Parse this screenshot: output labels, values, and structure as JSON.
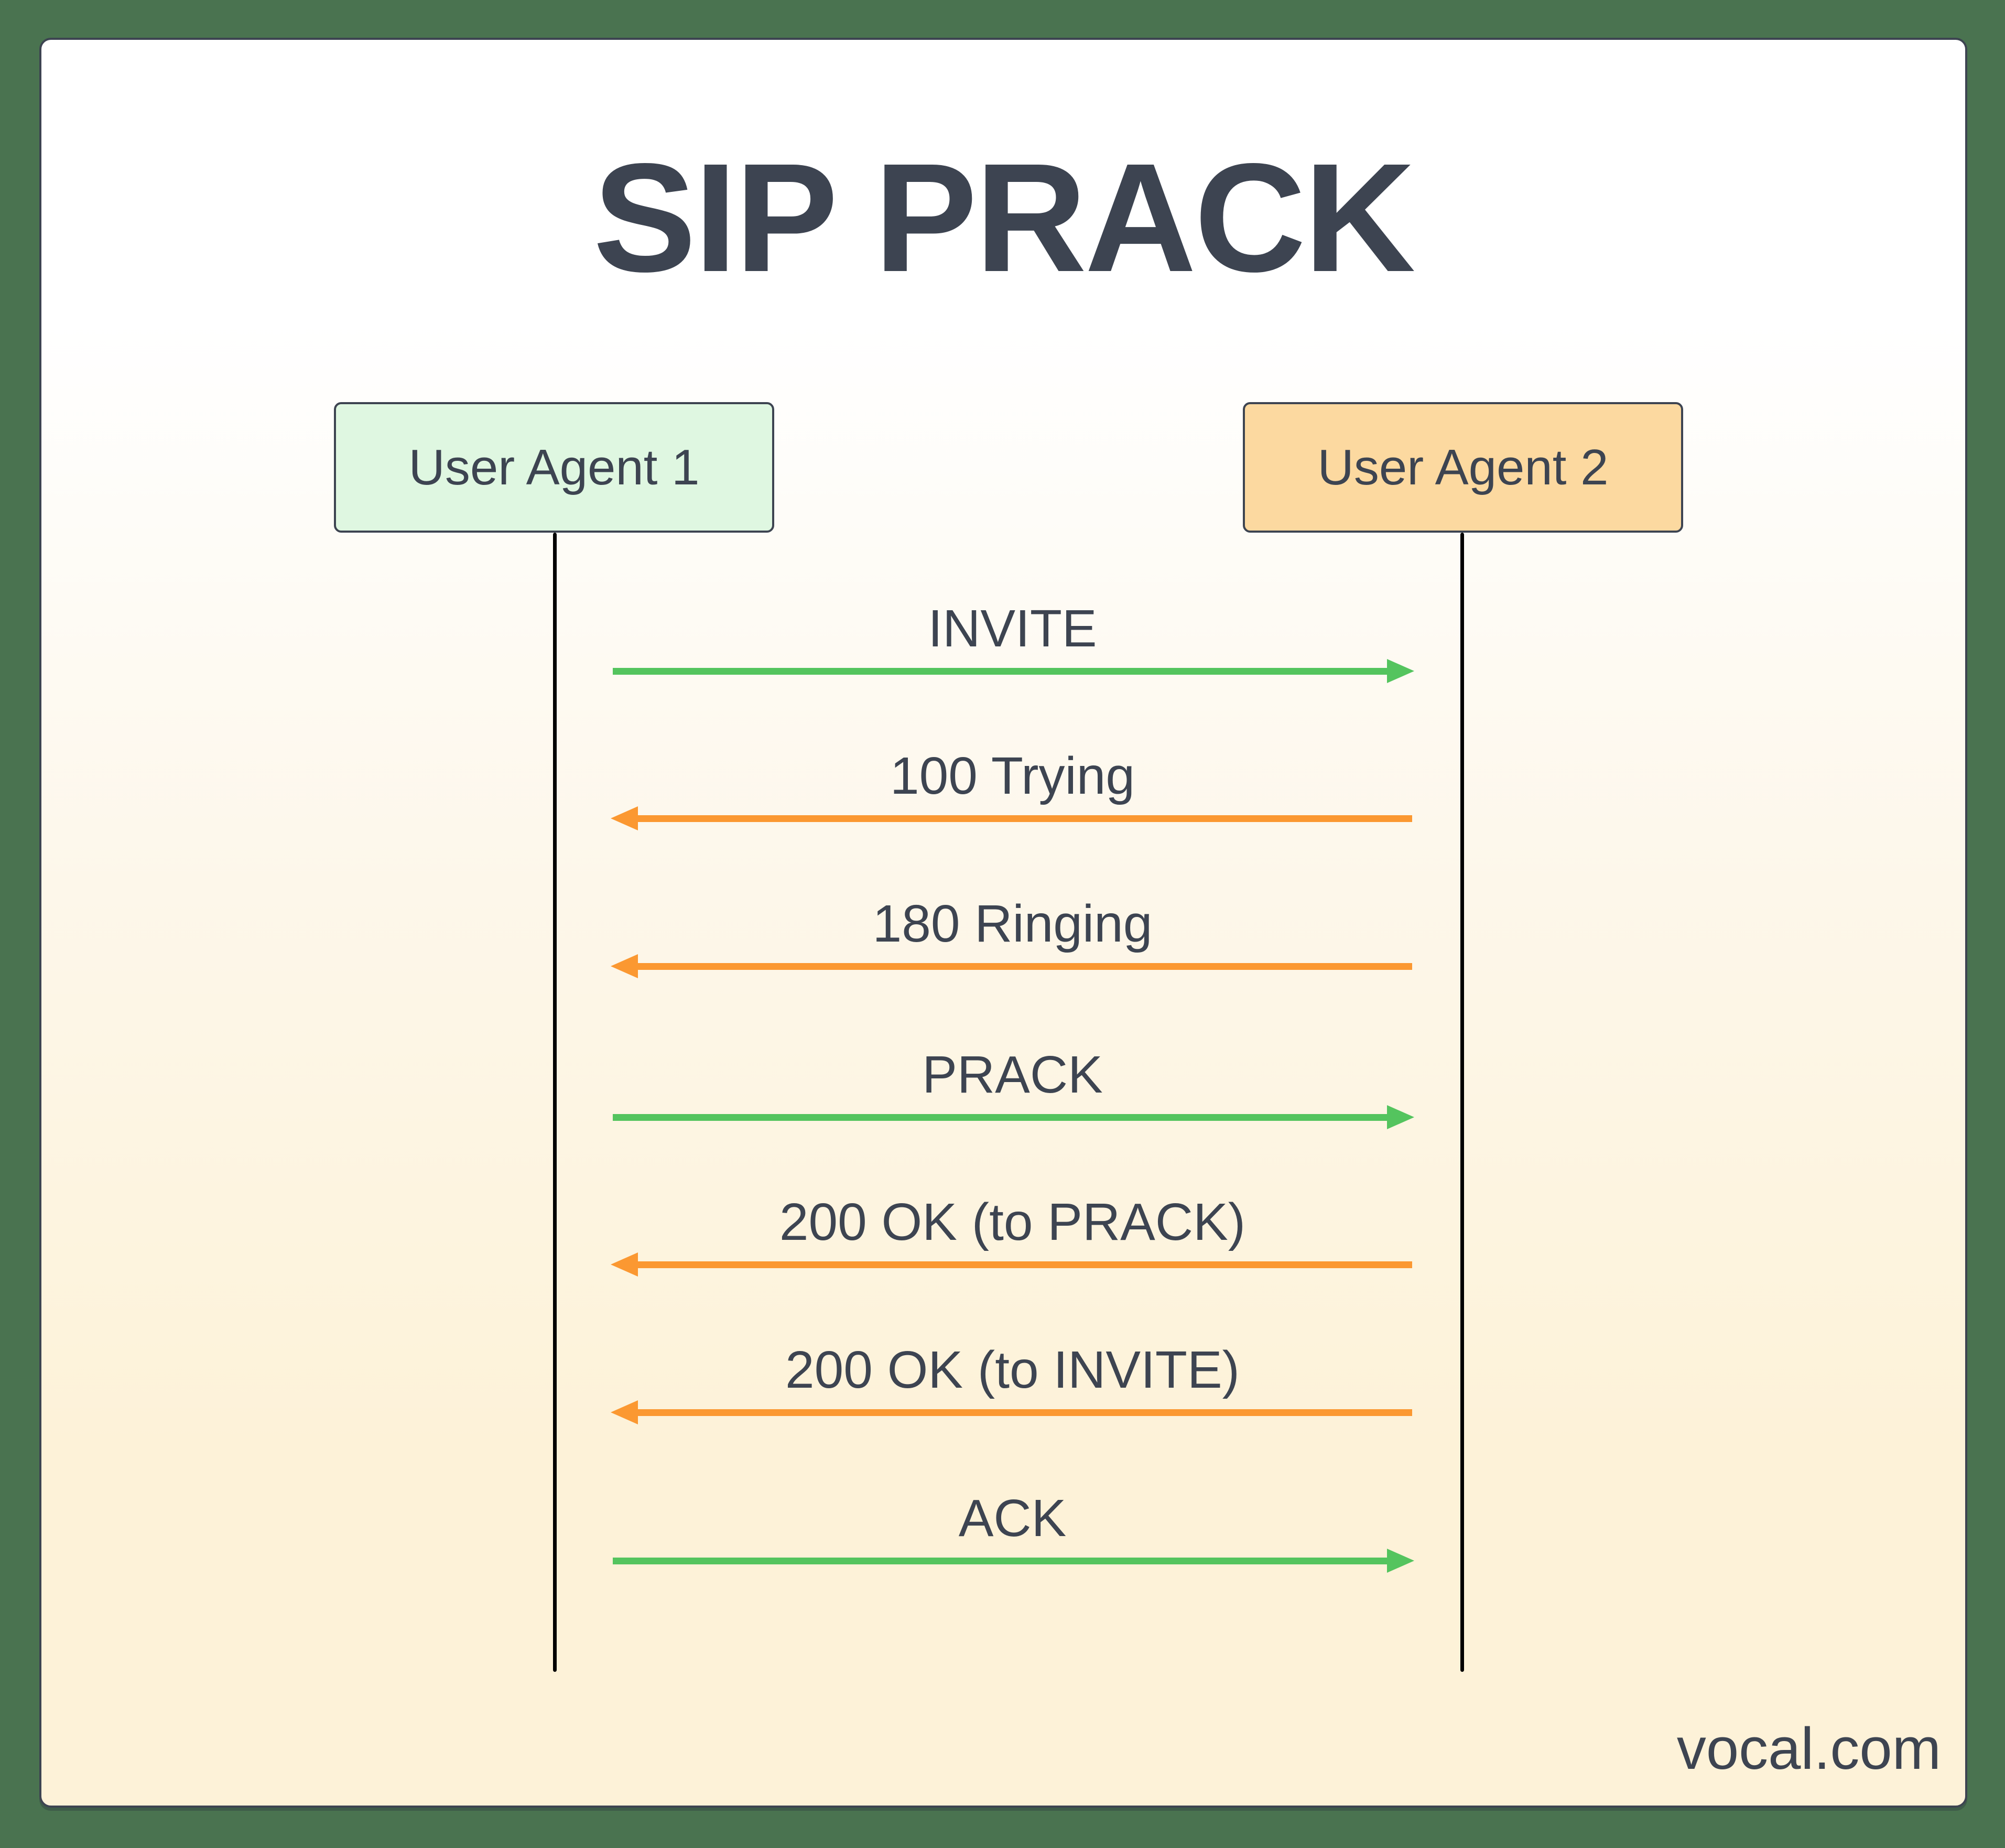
{
  "title": "SIP PRACK",
  "colors": {
    "outer_background": "#4a7350",
    "card_top": "#ffffff",
    "card_bottom": "#fdf2d8",
    "text": "#3d4451",
    "green_arrow": "#54c45e",
    "orange_arrow": "#fb9831",
    "lifeline": "#000000",
    "actor1_fill": "#dff7e1",
    "actor2_fill": "#fcd9a0"
  },
  "actors": [
    {
      "label": "User Agent 1",
      "fill": "#dff7e1"
    },
    {
      "label": "User Agent 2",
      "fill": "#fcd9a0"
    }
  ],
  "messages": [
    {
      "label": "INVITE",
      "from": "User Agent 1",
      "to": "User Agent 2",
      "direction": "right",
      "color": "#54c45e"
    },
    {
      "label": "100 Trying",
      "from": "User Agent 2",
      "to": "User Agent 1",
      "direction": "left",
      "color": "#fb9831"
    },
    {
      "label": "180 Ringing",
      "from": "User Agent 2",
      "to": "User Agent 1",
      "direction": "left",
      "color": "#fb9831"
    },
    {
      "label": "PRACK",
      "from": "User Agent 1",
      "to": "User Agent 2",
      "direction": "right",
      "color": "#54c45e"
    },
    {
      "label": "200 OK (to PRACK)",
      "from": "User Agent 2",
      "to": "User Agent 1",
      "direction": "left",
      "color": "#fb9831"
    },
    {
      "label": "200 OK (to INVITE)",
      "from": "User Agent 2",
      "to": "User Agent 1",
      "direction": "left",
      "color": "#fb9831"
    },
    {
      "label": "ACK",
      "from": "User Agent 1",
      "to": "User Agent 2",
      "direction": "right",
      "color": "#54c45e"
    }
  ],
  "footer": {
    "brand": "vocal.com"
  }
}
